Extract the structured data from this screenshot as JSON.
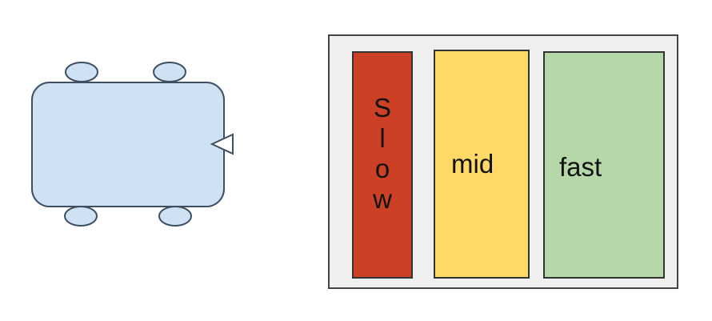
{
  "diagram": {
    "colors": {
      "robot_body": "#cfe2f3",
      "robot_outline": "#3d4f60",
      "panel_background": "#efefef",
      "slow": "#cc4125",
      "mid": "#ffd966",
      "fast": "#b6d7a8"
    },
    "lanes": [
      {
        "label": "Slow",
        "color": "#cc4125"
      },
      {
        "label": "mid",
        "color": "#ffd966"
      },
      {
        "label": "fast",
        "color": "#b6d7a8"
      }
    ]
  }
}
